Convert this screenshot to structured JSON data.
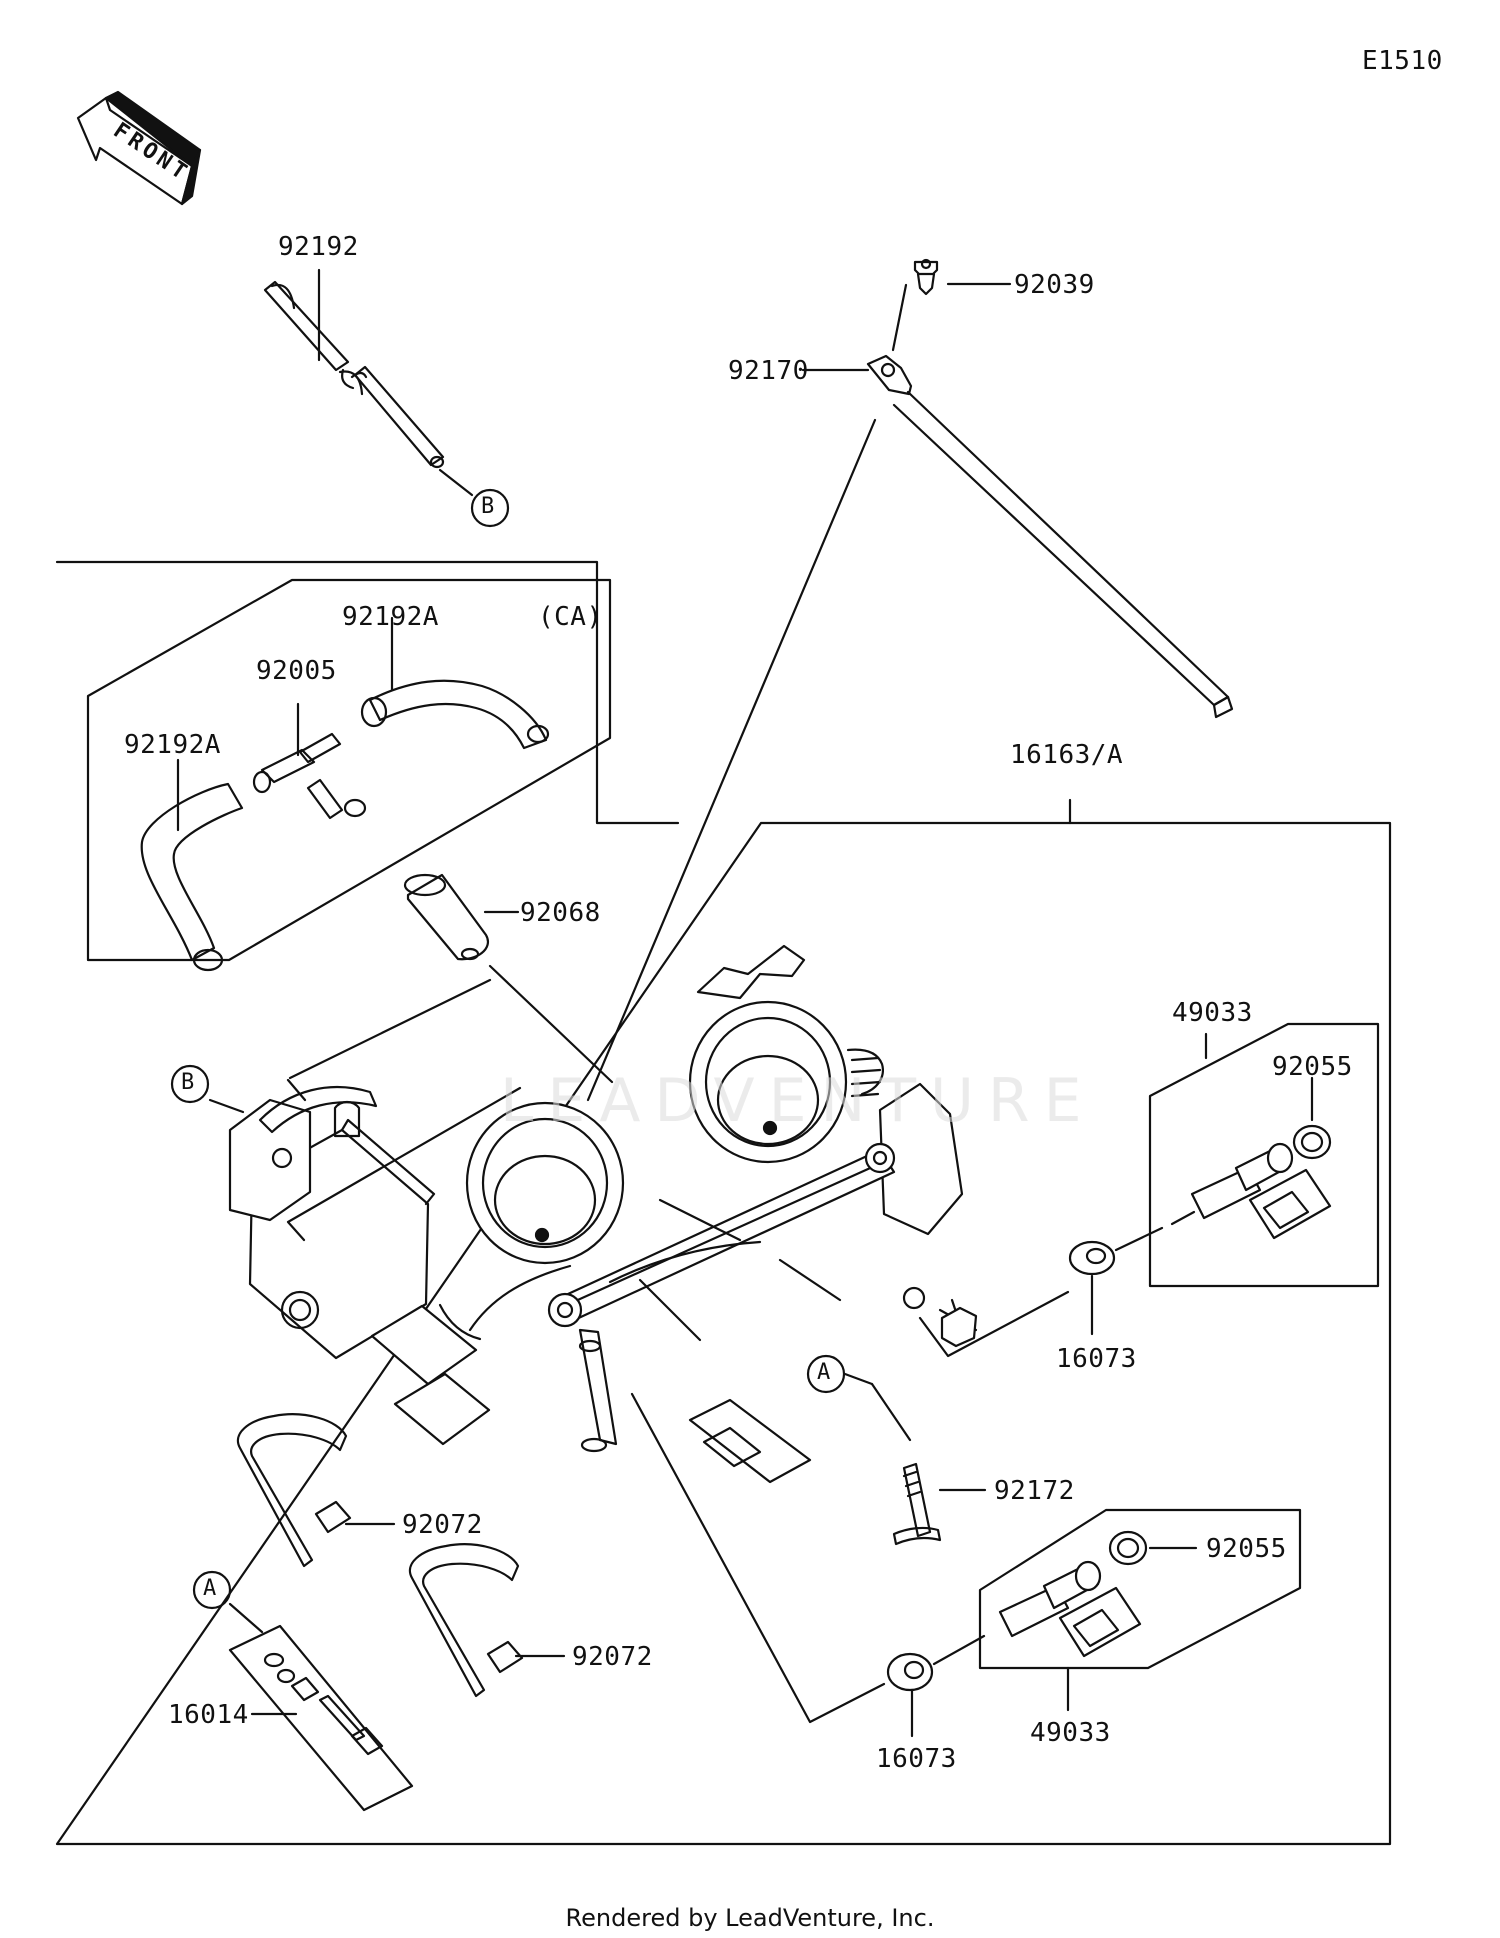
{
  "page": {
    "code": "E1510",
    "footer": "Rendered by LeadVenture, Inc.",
    "watermark": "LEADVENTURE",
    "front_arrow": "FRONT"
  },
  "callouts": {
    "A": "A",
    "B": "B"
  },
  "parts": {
    "p92192": "92192",
    "p92039": "92039",
    "p92170": "92170",
    "p92192A_1": "92192A",
    "p92192A_2": "92192A",
    "p92005": "92005",
    "ca": "(CA)",
    "p16163A": "16163/A",
    "p92068": "92068",
    "p49033_1": "49033",
    "p92055_1": "92055",
    "p16073_1": "16073",
    "p92172": "92172",
    "p92072_1": "92072",
    "p92072_2": "92072",
    "p92055_2": "92055",
    "p16014": "16014",
    "p16073_2": "16073",
    "p49033_2": "49033"
  },
  "icons": [
    "front-arrow-icon",
    "throttle-body-icon",
    "fuel-injector-icon",
    "hose-icon",
    "band-strap-icon",
    "clip-icon"
  ]
}
